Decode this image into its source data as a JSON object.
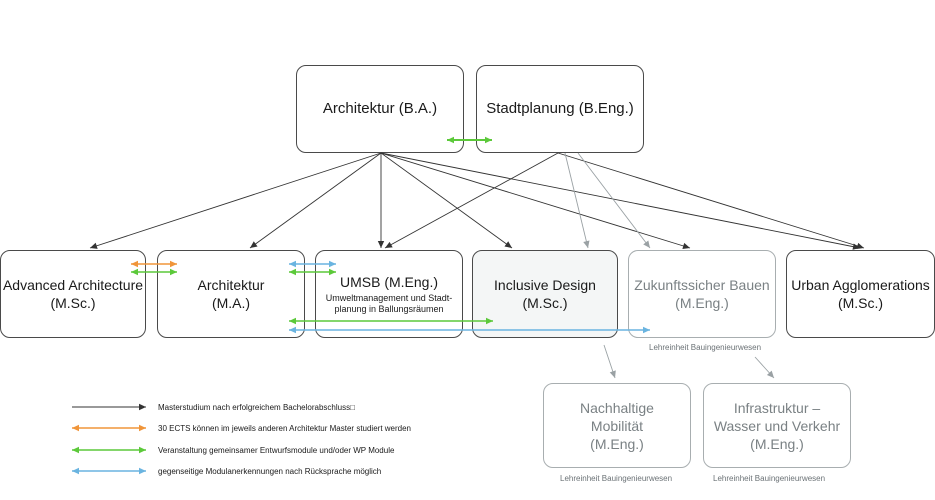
{
  "nodes": {
    "arch_ba": {
      "title": "Architektur (B.A.)"
    },
    "stadt_beng": {
      "title": "Stadtplanung (B.Eng.)"
    },
    "adv_arch": {
      "title": "Advanced Architecture",
      "degree": "(M.Sc.)"
    },
    "arch_ma": {
      "title": "Architektur",
      "degree": "(M.A.)"
    },
    "umsb": {
      "title": "UMSB (M.Eng.)",
      "subtitle_line1": "Umweltmanagement und Stadt-",
      "subtitle_line2": "planung in Ballungsräumen"
    },
    "inclusive": {
      "title": "Inclusive Design",
      "degree": "(M.Sc.)"
    },
    "zukunft": {
      "title": "Zukunftssicher Bauen",
      "degree": "(M.Eng.)",
      "caption": "Lehreinheit Bauingenieurwesen"
    },
    "urban": {
      "title": "Urban Agglomerations",
      "degree": "(M.Sc.)"
    },
    "nachhaltig": {
      "line1": "Nachhaltige",
      "line2": "Mobilität",
      "degree": "(M.Eng.)",
      "caption": "Lehreinheit Bauingenieurwesen"
    },
    "infra": {
      "line1": "Infrastruktur –",
      "line2": "Wasser und Verkehr",
      "degree": "(M.Eng.)",
      "caption": "Lehreinheit Bauingenieurwesen"
    }
  },
  "legend": [
    {
      "color": "#333333",
      "text": "Masterstudium nach erfolgreichem Bachelorabschluss□"
    },
    {
      "color": "#f0953a",
      "text": "30 ECTS können im jeweils anderen Architektur Master studiert werden"
    },
    {
      "color": "#5cc93a",
      "text": "Veranstaltung gemeinsamer Entwurfsmodule und/oder WP Module"
    },
    {
      "color": "#6ab4e0",
      "text": "gegenseitige Modulanerkennungen nach Rücksprache möglich"
    }
  ],
  "colors": {
    "black": "#333333",
    "grey": "#9aa1a4",
    "orange": "#f0953a",
    "green": "#5cc93a",
    "blue": "#6ab4e0"
  }
}
